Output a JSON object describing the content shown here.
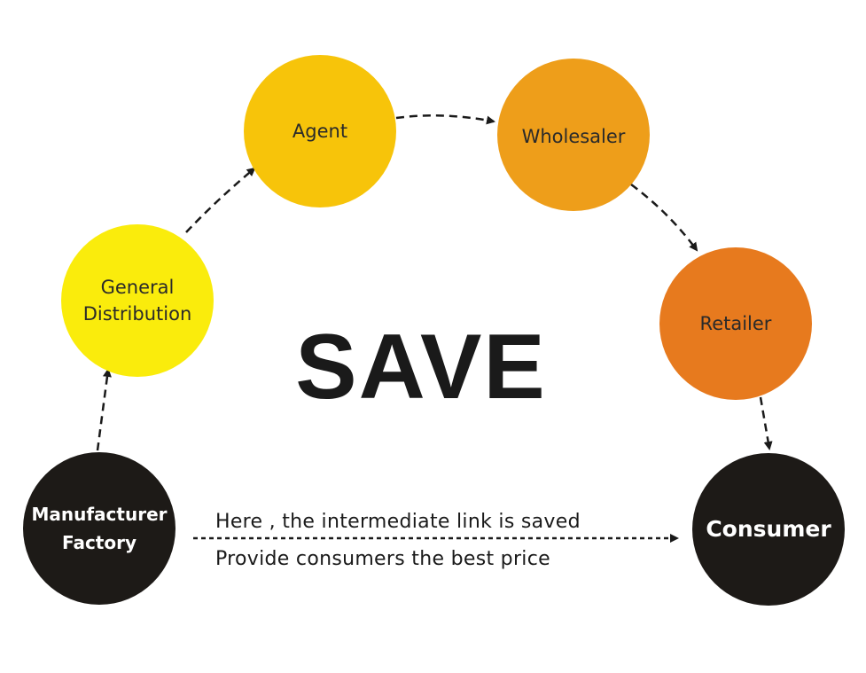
{
  "diagram": {
    "nodes": {
      "agent": {
        "label": "Agent",
        "color": "#F7C40A"
      },
      "wholesaler": {
        "label": "Wholesaler",
        "color": "#EE9E1A"
      },
      "general": {
        "lines": [
          "General",
          "Distribution"
        ],
        "color": "#FAEC0C"
      },
      "retailer": {
        "label": "Retailer",
        "color": "#E77A1E"
      },
      "manufacturer": {
        "lines": [
          "Manufacturer",
          "Factory"
        ],
        "color": "#1D1A17"
      },
      "consumer": {
        "label": "Consumer",
        "color": "#1D1A17"
      }
    },
    "center_text": "SAVE",
    "captions": [
      "Here , the intermediate link is saved",
      "Provide consumers the best price"
    ],
    "arrows": [
      {
        "from": "manufacturer",
        "to": "general"
      },
      {
        "from": "general",
        "to": "agent"
      },
      {
        "from": "agent",
        "to": "wholesaler"
      },
      {
        "from": "wholesaler",
        "to": "retailer"
      },
      {
        "from": "retailer",
        "to": "consumer"
      },
      {
        "from": "manufacturer",
        "to": "consumer"
      }
    ]
  }
}
